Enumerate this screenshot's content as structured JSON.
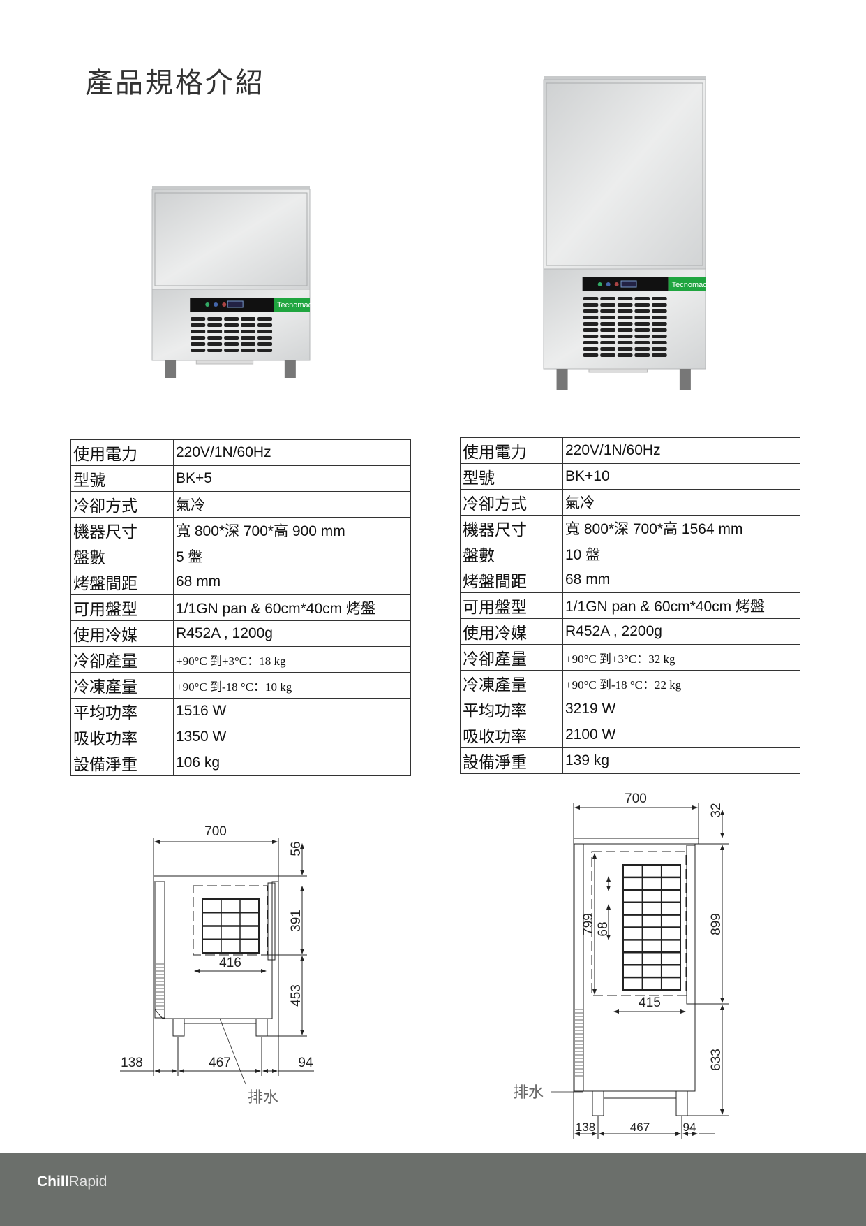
{
  "title": "產品規格介紹",
  "brand_label": "Tecnomac",
  "colors": {
    "brand_green": "#1fa53f",
    "footer_bg": "#6b6f6b"
  },
  "products": [
    {
      "specs": [
        {
          "label": "使用電力",
          "value": "220V/1N/60Hz"
        },
        {
          "label": "型號",
          "value": "BK+5"
        },
        {
          "label": "冷卻方式",
          "value": "氣冷"
        },
        {
          "label": "機器尺寸",
          "value": "寬 800*深 700*高 900 mm"
        },
        {
          "label": "盤數",
          "value": "5 盤"
        },
        {
          "label": "烤盤間距",
          "value": "68 mm"
        },
        {
          "label": "可用盤型",
          "value": "1/1GN pan & 60cm*40cm 烤盤"
        },
        {
          "label": "使用冷媒",
          "value": "R452A , 1200g"
        },
        {
          "label": "冷卻產量",
          "value": "+90°C 到+3°C：18 kg",
          "serif": true
        },
        {
          "label": "冷凍產量",
          "value": "+90°C 到-18 °C：10 kg",
          "serif": true
        },
        {
          "label": "平均功率",
          "value": "1516 W"
        },
        {
          "label": "吸收功率",
          "value": "1350 W"
        },
        {
          "label": "設備淨重",
          "value": "106 kg"
        }
      ],
      "drawing": {
        "width": "700",
        "top": "56",
        "upper": "391",
        "lower": "453",
        "inner_width": "416",
        "rear": "138",
        "legs": "467",
        "front": "94",
        "drain": "排水"
      }
    },
    {
      "specs": [
        {
          "label": "使用電力",
          "value": "220V/1N/60Hz"
        },
        {
          "label": "型號",
          "value": "BK+10"
        },
        {
          "label": "冷卻方式",
          "value": "氣冷"
        },
        {
          "label": "機器尺寸",
          "value": "寬 800*深 700*高 1564 mm"
        },
        {
          "label": "盤數",
          "value": "10 盤"
        },
        {
          "label": "烤盤間距",
          "value": "68 mm"
        },
        {
          "label": "可用盤型",
          "value": "1/1GN pan & 60cm*40cm 烤盤"
        },
        {
          "label": "使用冷媒",
          "value": "R452A , 2200g"
        },
        {
          "label": "冷卻產量",
          "value": "+90°C 到+3°C：32 kg",
          "serif": true
        },
        {
          "label": "冷凍產量",
          "value": "+90°C 到-18 °C：22 kg",
          "serif": true
        },
        {
          "label": "平均功率",
          "value": "3219 W"
        },
        {
          "label": "吸收功率",
          "value": "2100 W"
        },
        {
          "label": "設備淨重",
          "value": "139 kg"
        }
      ],
      "drawing": {
        "width": "700",
        "top": "32",
        "upper": "899",
        "lower": "633",
        "inner_height": "799",
        "pitch": "68",
        "inner_width": "415",
        "rear": "138",
        "legs": "467",
        "front": "94",
        "drain": "排水"
      }
    }
  ],
  "footer": {
    "brand_bold": "Chill",
    "brand_regular": "Rapid"
  }
}
